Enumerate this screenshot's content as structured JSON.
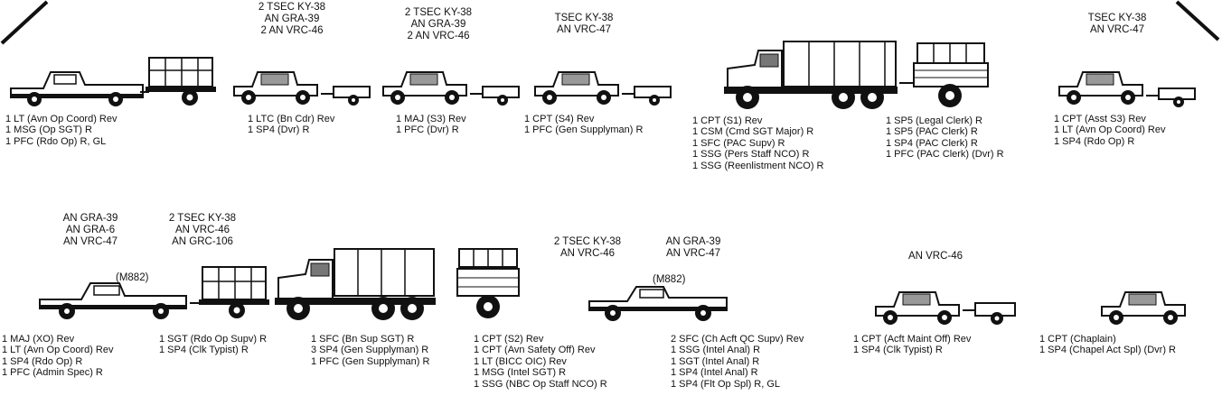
{
  "groups": [
    {
      "radio": "",
      "roster": "1 LT (Avn Op Coord) Rev\n1 MSG (Op SGT) R\n1 PFC (Rdo Op) R, GL",
      "m882": ""
    },
    {
      "radio": "2 TSEC KY-38\nAN GRA-39\n2 AN VRC-46",
      "roster": "1 LTC (Bn Cdr) Rev\n1 SP4 (Dvr) R"
    },
    {
      "radio": "2 TSEC KY-38\nAN GRA-39\n2 AN VRC-46",
      "roster": "1 MAJ (S3) Rev\n1 PFC (Dvr) R"
    },
    {
      "radio": "TSEC KY-38\nAN VRC-47",
      "roster": "1 CPT (S4) Rev\n1 PFC (Gen Supplyman) R"
    },
    {
      "radio": "",
      "roster": "1 CPT (S1) Rev\n1 CSM (Cmd SGT Major) R\n1 SFC (PAC Supv) R\n1 SSG (Pers Staff NCO) R\n1 SSG (Reenlistment NCO) R",
      "roster2": "1 SP5 (Legal Clerk) R\n1 SP5 (PAC Clerk) R\n1 SP4 (PAC Clerk) R\n1 PFC (PAC Clerk) (Dvr) R"
    },
    {
      "radio": "TSEC KY-38\nAN VRC-47",
      "roster": "1 CPT (Asst S3) Rev\n1 LT (Avn Op Coord) Rev\n1 SP4 (Rdo Op) R"
    },
    {
      "radio": "AN GRA-39\nAN GRA-6\nAN VRC-47",
      "radio2": "2 TSEC KY-38\nAN VRC-46\nAN GRC-106",
      "m882": "(M882)",
      "roster": "1 MAJ (XO) Rev\n1 LT (Avn Op Coord) Rev\n1 SP4 (Rdo Op) R\n1 PFC (Admin Spec) R",
      "roster2": "1 SGT (Rdo Op Supv) R\n1 SP4 (Clk Typist) R"
    },
    {
      "radio": "",
      "roster": "1 SFC (Bn Sup SGT) R\n3 SP4 (Gen Supplyman) R\n1 PFC (Gen Supplyman) R"
    },
    {
      "radio": "2 TSEC KY-38\nAN VRC-46",
      "radio2": "AN GRA-39\nAN VRC-47",
      "m882": "(M882)",
      "roster": "1 CPT (S2) Rev\n1 CPT (Avn Safety Off) Rev\n1 LT (BICC OIC) Rev\n1 MSG (Intel SGT) R\n1 SSG (NBC Op Staff NCO) R",
      "roster2": "2 SFC (Ch Acft QC Supv) Rev\n1 SSG (Intel Anal) R\n1 SGT (Intel Anal) R\n1 SP4 (Intel Anal) R\n1 SP4 (Flt Op Spl) R, GL"
    },
    {
      "radio": "AN VRC-46",
      "roster": "1 CPT (Acft Maint Off) Rev\n1 SP4 (Clk Typist) R"
    },
    {
      "radio": "",
      "roster": "1 CPT (Chaplain)\n1 SP4 (Chapel Act Spl) (Dvr) R"
    }
  ],
  "icons": [
    "pickup-truck-icon",
    "cargo-trailer-icon",
    "jeep-icon",
    "small-trailer-icon",
    "cargo-truck-icon"
  ]
}
